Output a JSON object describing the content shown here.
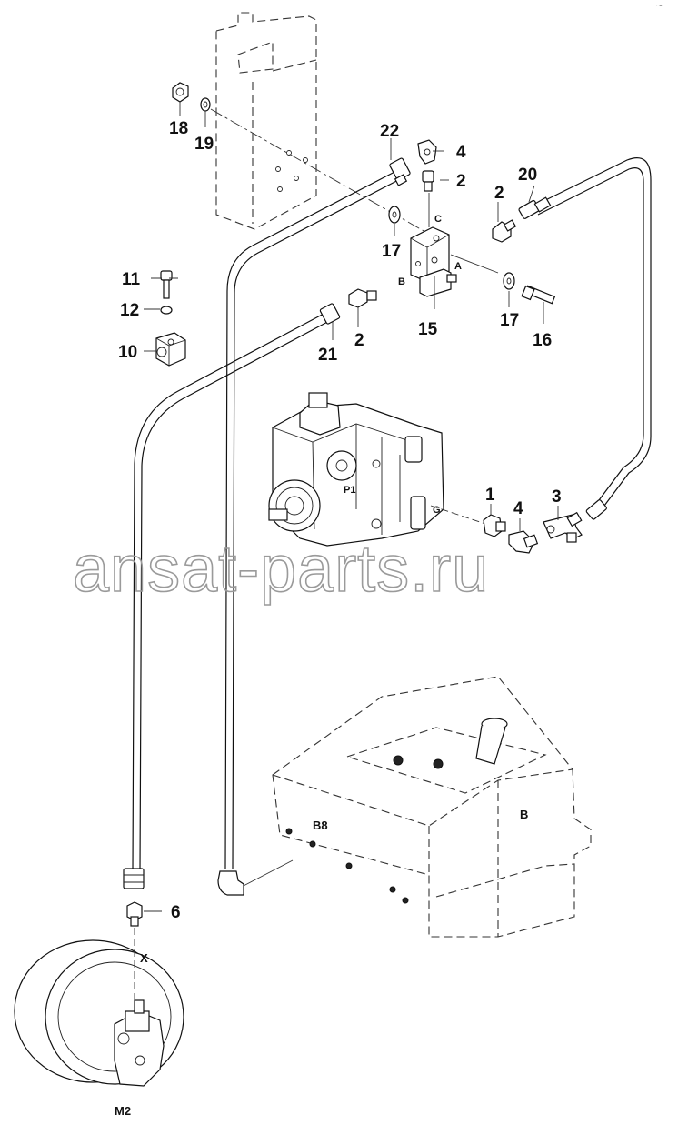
{
  "corner_mark": "~",
  "watermark": "ansat-parts.ru",
  "callouts": {
    "c1": "1",
    "c2a": "2",
    "c2b": "2",
    "c2c": "2",
    "c3": "3",
    "c4a": "4",
    "c4b": "4",
    "c6": "6",
    "c10": "10",
    "c11": "11",
    "c12": "12",
    "c15": "15",
    "c16": "16",
    "c17a": "17",
    "c17b": "17",
    "c18": "18",
    "c19": "19",
    "c20": "20",
    "c21": "21",
    "c22": "22"
  },
  "port_labels": {
    "a": "A",
    "b": "B",
    "c": "C",
    "g": "G",
    "p1": "P1",
    "b8": "B8",
    "b_tank": "B",
    "x": "X",
    "m2": "M2"
  }
}
